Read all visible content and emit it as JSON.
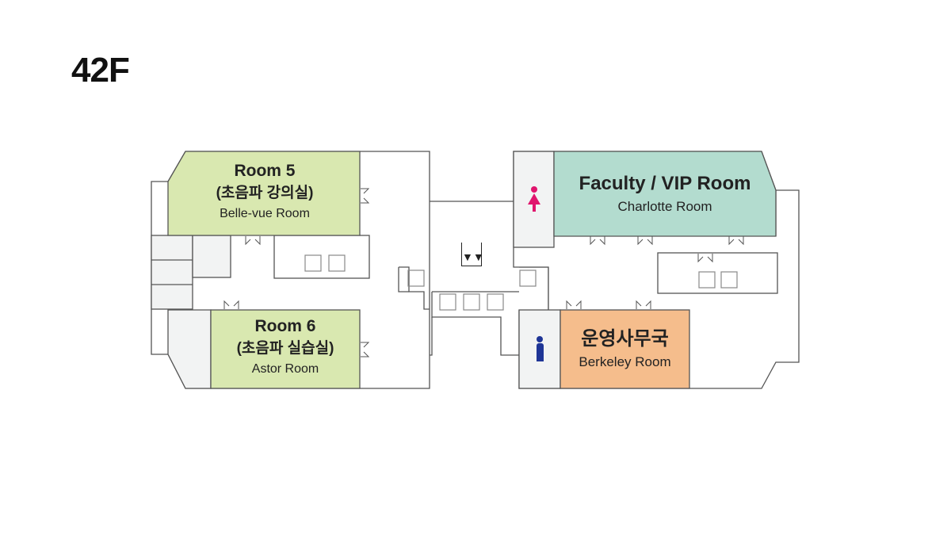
{
  "floor": {
    "title": "42F"
  },
  "rooms": [
    {
      "id": "room5",
      "name": "Room 5",
      "korean": "(초음파 강의실)",
      "alias": "Belle-vue Room",
      "color": "#d9e8b0"
    },
    {
      "id": "room6",
      "name": "Room 6",
      "korean": "(초음파 실습실)",
      "alias": "Astor Room",
      "color": "#d9e8b0"
    },
    {
      "id": "faculty",
      "name": "Faculty / VIP Room",
      "alias": "Charlotte Room",
      "color": "#b3dccf"
    },
    {
      "id": "office",
      "name": "운영사무국",
      "alias": "Berkeley Room",
      "color": "#f5bd8c"
    }
  ],
  "icons": {
    "elevator": "elevator-icon",
    "womens_restroom": "womens-restroom-icon",
    "mens_restroom": "mens-restroom-icon",
    "female_color": "#e0156d",
    "male_color": "#1f3596"
  },
  "colors": {
    "wall": "#555555",
    "service": "#f2f3f3"
  }
}
